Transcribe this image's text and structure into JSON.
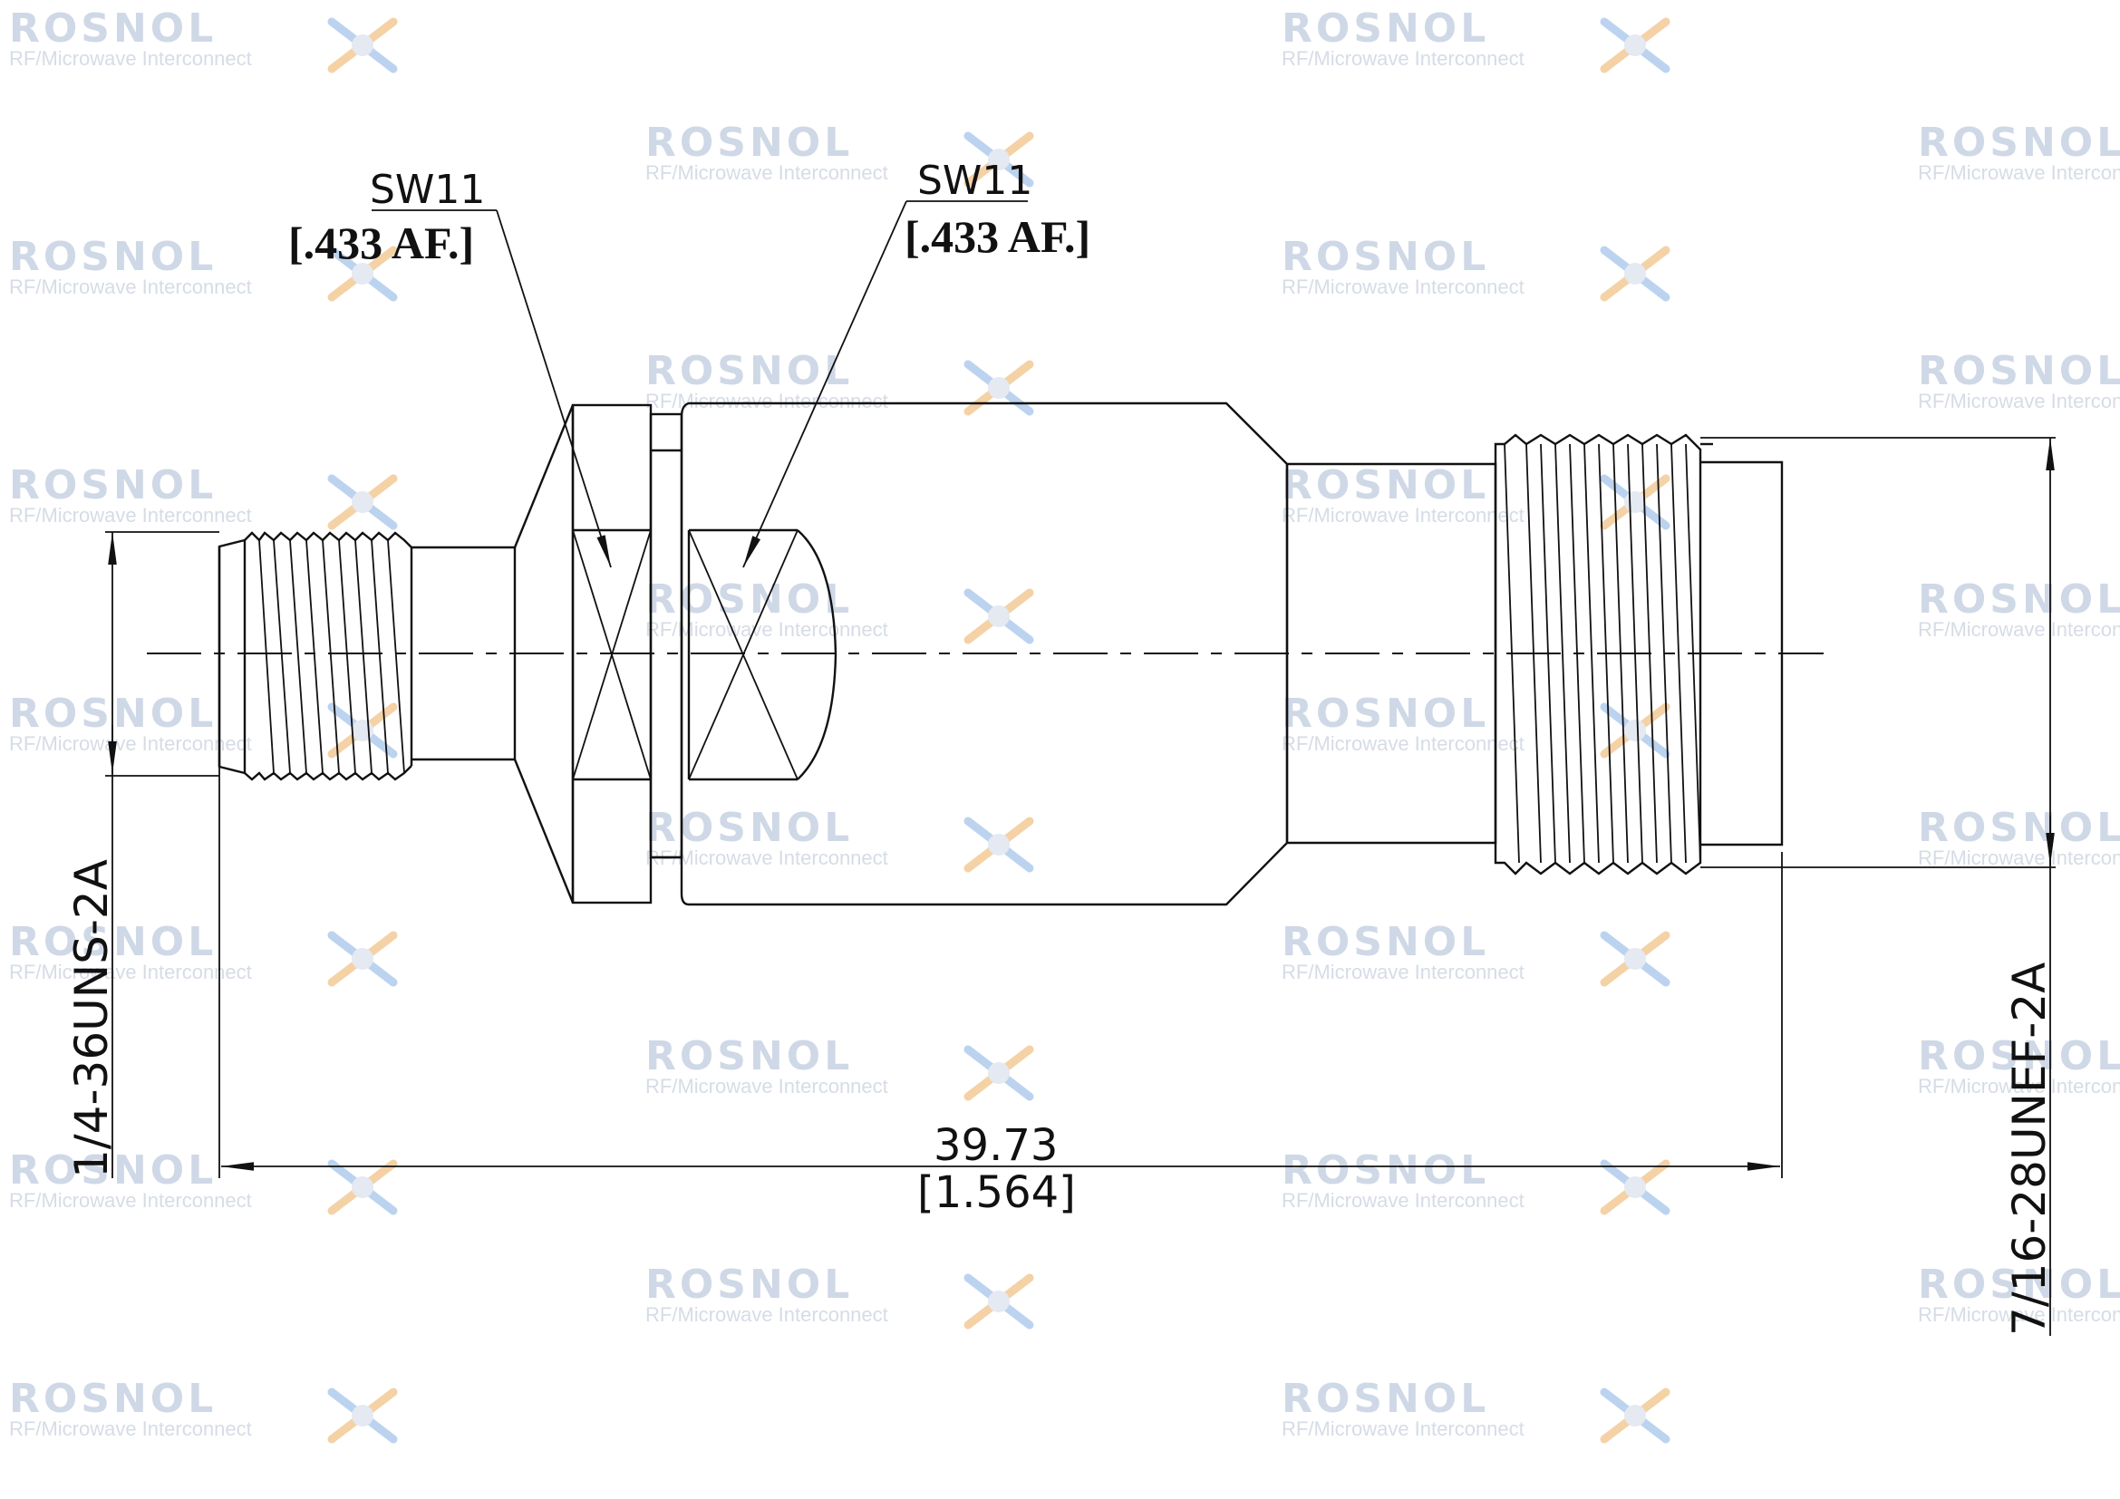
{
  "watermark": {
    "brand": "ROSNOL",
    "tagline": "RF/Microwave Interconnect"
  },
  "labels": {
    "hex_left_size": "SW11",
    "hex_left_af": "[.433 AF.]",
    "hex_right_size": "SW11",
    "hex_right_af": "[.433 AF.]",
    "overall_length_mm": "39.73",
    "overall_length_in": "[1.564]",
    "left_thread": "1/4-36UNS-2A",
    "right_thread": "7/16-28UNEF-2A"
  }
}
